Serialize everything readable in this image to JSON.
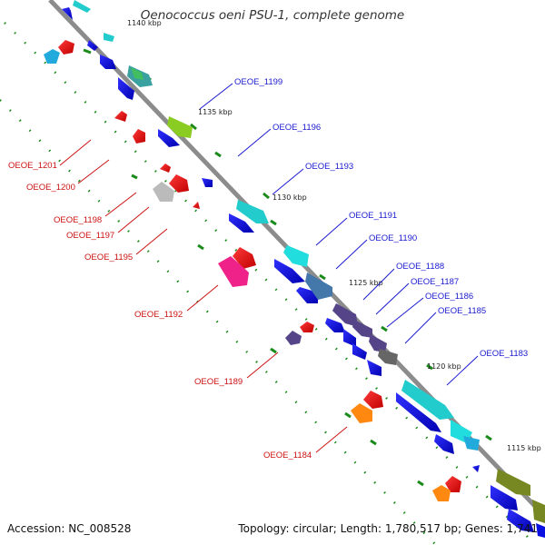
{
  "title": "Oenococcus oeni PSU-1, complete genome",
  "accession": "Accession: NC_008528",
  "summary": "Topology: circular; Length: 1,780,517 bp; Genes: 1,741",
  "ticks": [
    "1140 kbp",
    "1135 kbp",
    "1130 kbp",
    "1125 kbp",
    "1120 kbp",
    "1115 kbp"
  ],
  "forward_labels": [
    "OEOE_1199",
    "OEOE_1196",
    "OEOE_1193",
    "OEOE_1191",
    "OEOE_1190",
    "OEOE_1188",
    "OEOE_1187",
    "OEOE_1186",
    "OEOE_1185",
    "OEOE_1183"
  ],
  "reverse_labels": [
    "OEOE_1201",
    "OEOE_1200",
    "OEOE_1198",
    "OEOE_1197",
    "OEOE_1195",
    "OEOE_1192",
    "OEOE_1189",
    "OEOE_1184"
  ],
  "colors": {
    "backbone": "#8c8c8c",
    "forward_cds": "#0a10e0",
    "reverse_cds": "#ee1111",
    "forward_label": "#1a1ad0",
    "reverse_label": "#cc1111",
    "gc_skew": "#1a8a1a"
  }
}
